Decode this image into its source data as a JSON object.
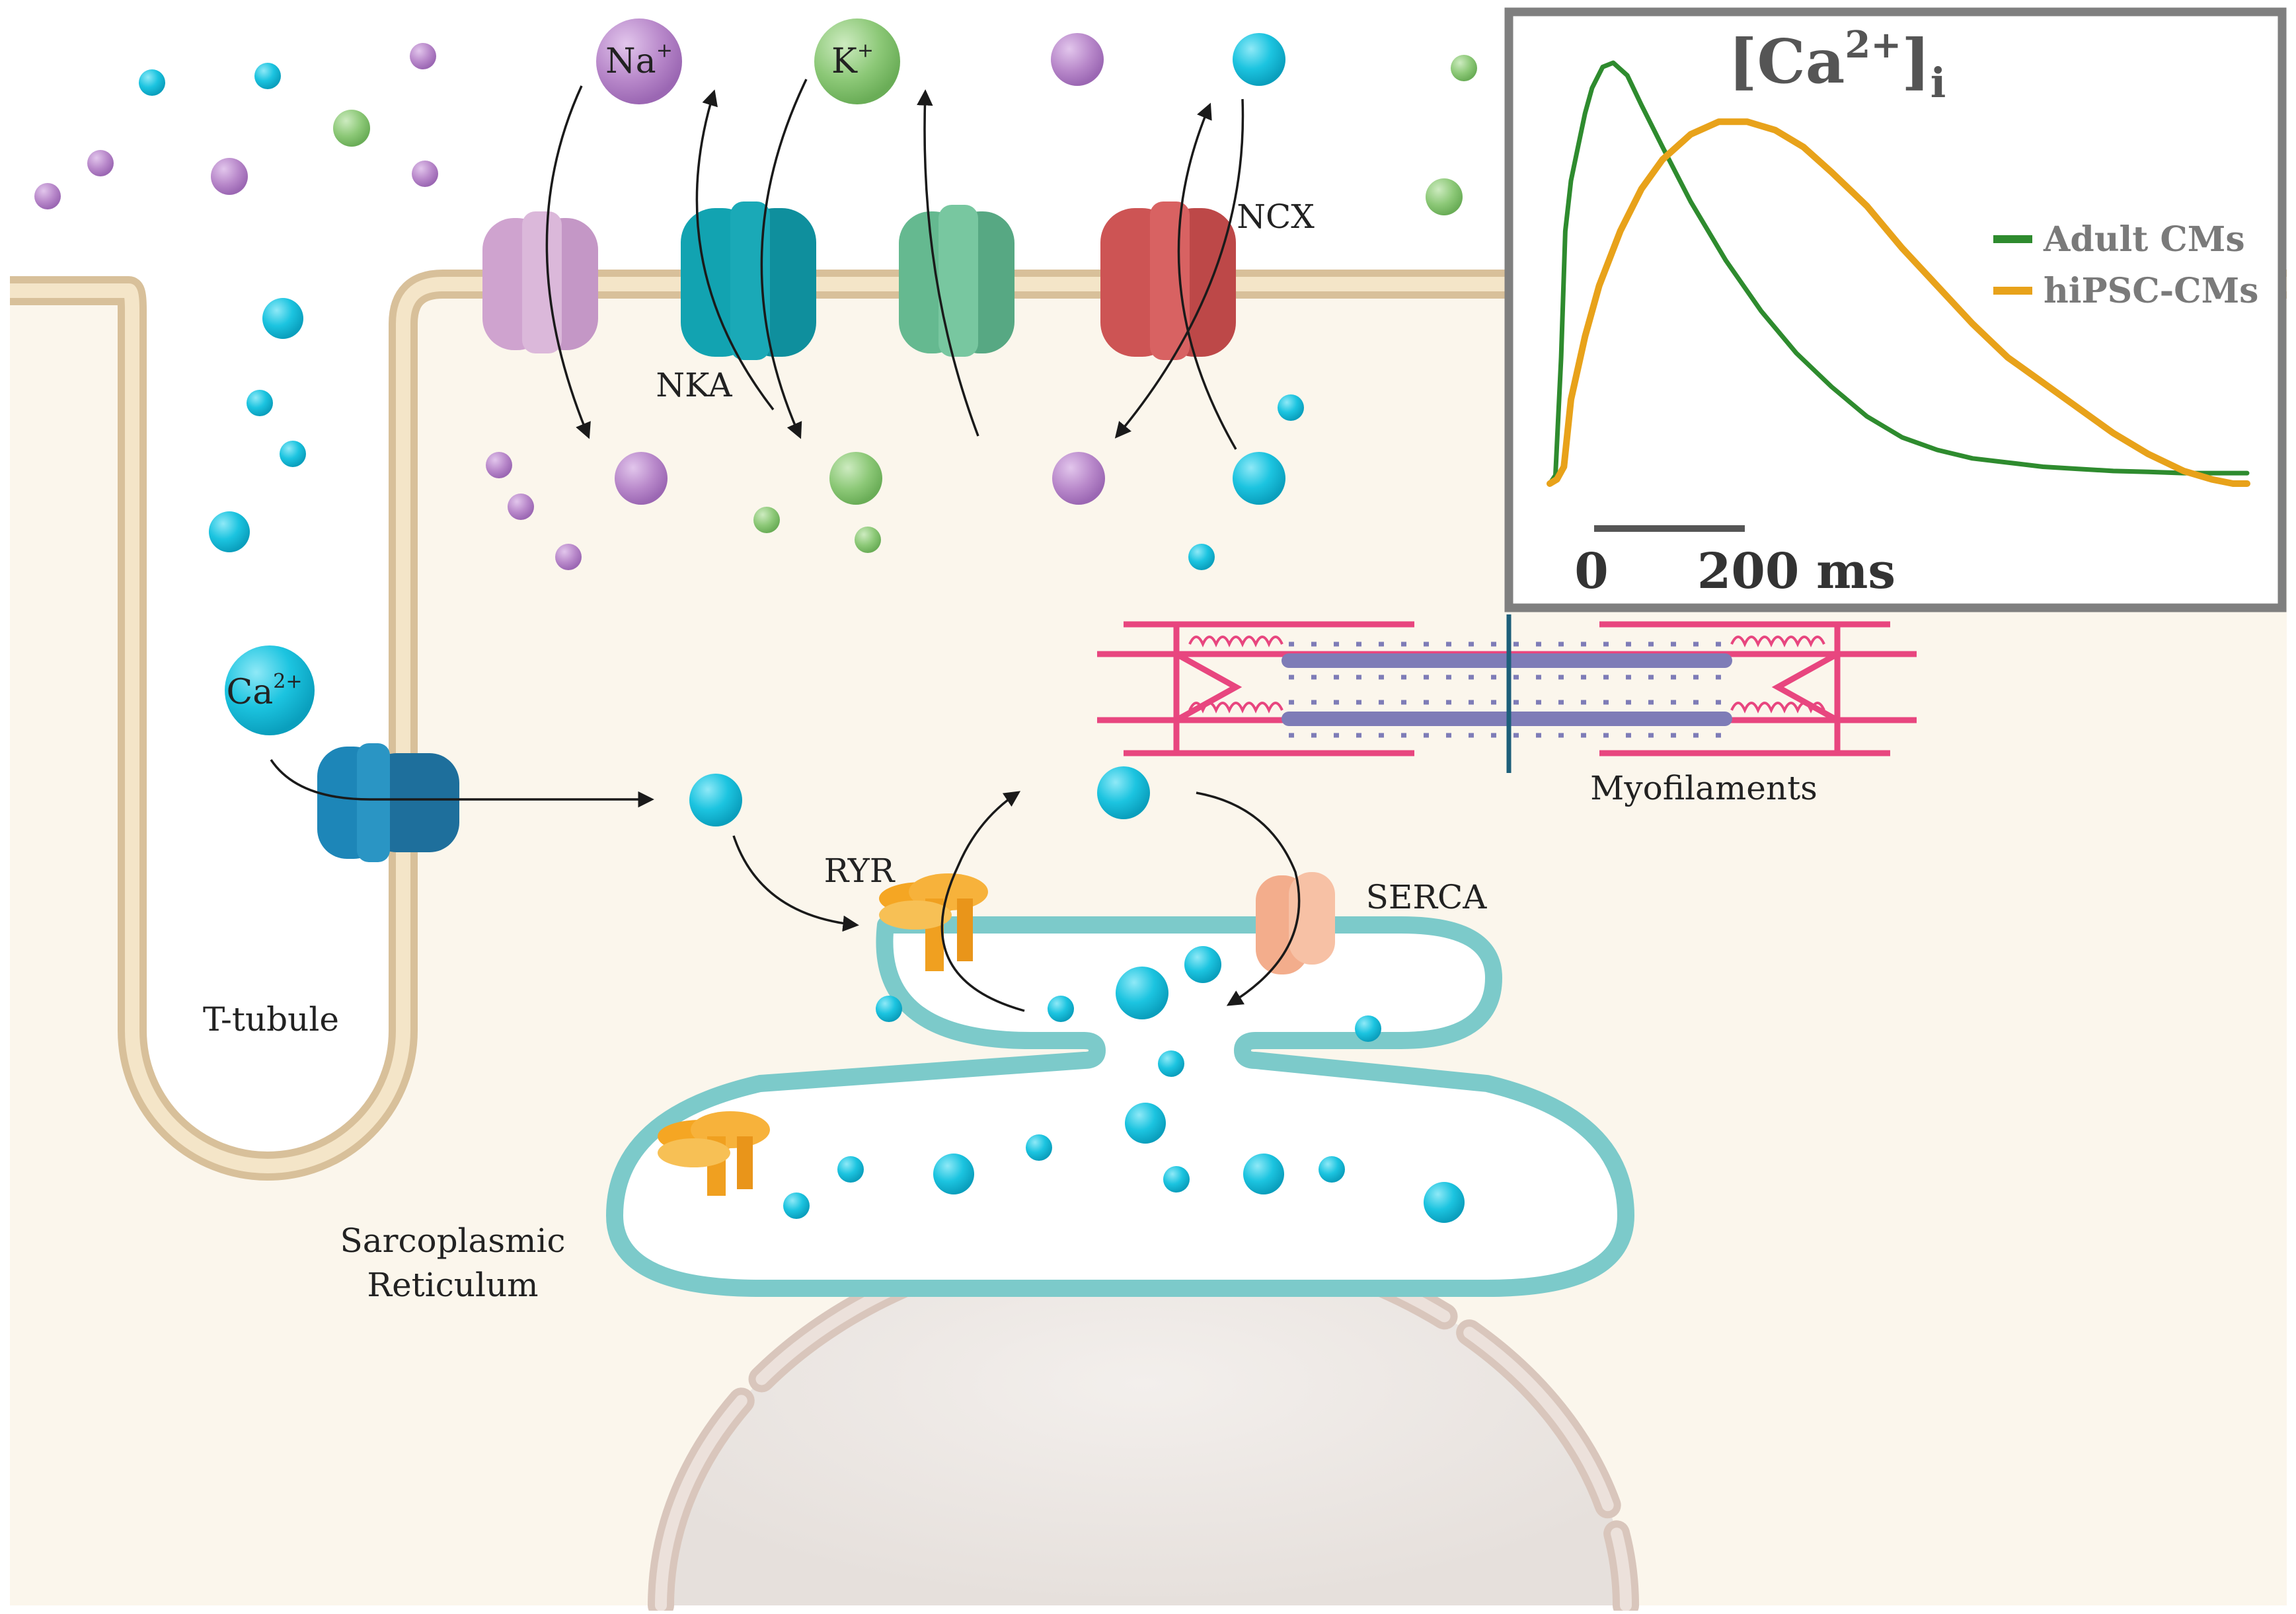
{
  "labels": {
    "na": "Na",
    "na_sup": "+",
    "k": "K",
    "k_sup": "+",
    "ca": "Ca",
    "ca_sup": "2+",
    "nka": "NKA",
    "ncx": "NCX",
    "ryr": "RYR",
    "serca": "SERCA",
    "myofilaments": "Myofilaments",
    "t_tubule": "T-tubule",
    "sr_line1": "Sarcoplasmic",
    "sr_line2": "Reticulum"
  },
  "inset": {
    "title_main": "[Ca",
    "title_sup": "2+",
    "title_close": "]",
    "title_sub": "i",
    "scale_zero": "0",
    "scale_value": "200 ms",
    "legend": [
      {
        "name": "Adult CMs",
        "color": "#2e8b2e"
      },
      {
        "name": "hiPSC-CMs",
        "color": "#e8a21a"
      }
    ]
  },
  "chart_data": {
    "type": "line",
    "x_unit": "ms",
    "series": [
      {
        "name": "Adult CMs",
        "color": "#2e8b2e",
        "x": [
          0,
          8,
          16,
          22,
          30,
          40,
          50,
          60,
          75,
          90,
          110,
          130,
          160,
          200,
          250,
          300,
          350,
          400,
          450,
          500,
          550,
          600,
          650,
          700,
          750,
          800,
          850,
          900,
          990
        ],
        "y": [
          0.0,
          0.02,
          0.3,
          0.6,
          0.72,
          0.8,
          0.88,
          0.94,
          0.99,
          1.0,
          0.97,
          0.9,
          0.8,
          0.67,
          0.53,
          0.41,
          0.31,
          0.23,
          0.16,
          0.11,
          0.08,
          0.06,
          0.05,
          0.04,
          0.035,
          0.03,
          0.028,
          0.025,
          0.025
        ]
      },
      {
        "name": "hiPSC-CMs",
        "color": "#e8a21a",
        "x": [
          0,
          10,
          20,
          30,
          50,
          70,
          100,
          130,
          160,
          200,
          240,
          280,
          320,
          360,
          400,
          450,
          500,
          550,
          600,
          650,
          700,
          750,
          800,
          850,
          900,
          940,
          970,
          990
        ],
        "y": [
          0.0,
          0.01,
          0.04,
          0.2,
          0.35,
          0.47,
          0.6,
          0.7,
          0.77,
          0.83,
          0.86,
          0.86,
          0.84,
          0.8,
          0.74,
          0.66,
          0.56,
          0.47,
          0.38,
          0.3,
          0.24,
          0.18,
          0.12,
          0.07,
          0.03,
          0.01,
          0.0,
          0.0
        ]
      }
    ]
  }
}
